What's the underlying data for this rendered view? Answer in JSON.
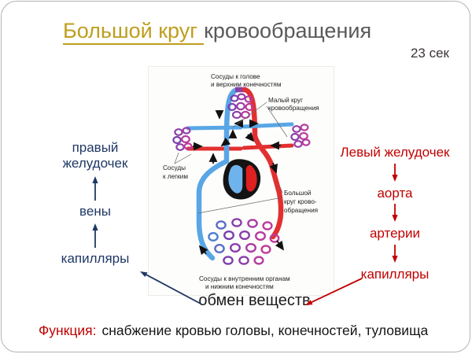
{
  "colors": {
    "title_gold": "#BE9E1E",
    "title_gray": "#595959",
    "navy": "#1F3864",
    "red": "#C00000",
    "vessel_blue": "#58A6E6",
    "vessel_red": "#E23030",
    "capillary_purple": "#8A3FA8"
  },
  "title": {
    "highlight": "Большой круг",
    "rest": "кровообращения"
  },
  "timer": "23 сек",
  "left_flow": {
    "items": [
      "правый желудочек",
      "вены",
      "капилляры"
    ]
  },
  "right_flow": {
    "items": [
      "Левый желудочек",
      "аорта",
      "артерии",
      "капилляры"
    ]
  },
  "exchange": "обмен веществ",
  "function": {
    "label": "Функция:",
    "text": "снабжение кровью головы, конечностей, туловища"
  },
  "diagram": {
    "labels": {
      "head_line1": "Сосуды к голове",
      "head_line2": "и верхним конечностям",
      "pulmonary_line1": "Малый круг",
      "pulmonary_line2": "кровообращения",
      "lungs_line1": "Сосуды",
      "lungs_line2": "к легким",
      "systemic_line1": "Большой",
      "systemic_line2": "круг крово-",
      "systemic_line3": "обращения",
      "organs_line1": "Сосуды к внутренним органам",
      "organs_line2": "и нижним конечностям"
    }
  }
}
